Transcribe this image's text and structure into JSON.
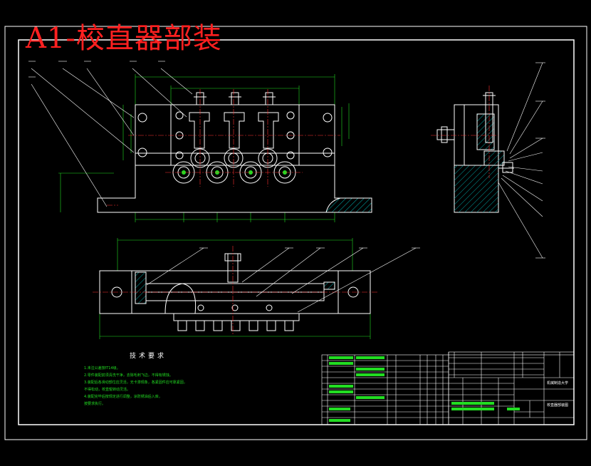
{
  "drawing": {
    "title": "A1-校直器部装",
    "tech_req_title": "技术要求",
    "tech_req_lines": [
      "1.未注公差按IT14级。",
      "2.零件装配前须清洗干净，去除毛刺飞边，不得有锈蚀。",
      "3.装配后各滑动部位应灵活，无卡滞现象，各紧固件应可靠紧固，",
      "  不得松动，校直辊转动灵活。",
      "4.装配完毕后按规定进行调整，涂防锈油后入库，",
      "  按要求执行。"
    ],
    "title_block": {
      "school": "机械制造大学",
      "drawing_name": "校直器部装图"
    },
    "colors": {
      "border": "#ffffff",
      "outline": "#ffffff",
      "center_line": "#ff3030",
      "leader": "#ffffff",
      "dimension": "#22dd22",
      "hatch": "#00aaaa",
      "title": "#ff2020"
    }
  }
}
